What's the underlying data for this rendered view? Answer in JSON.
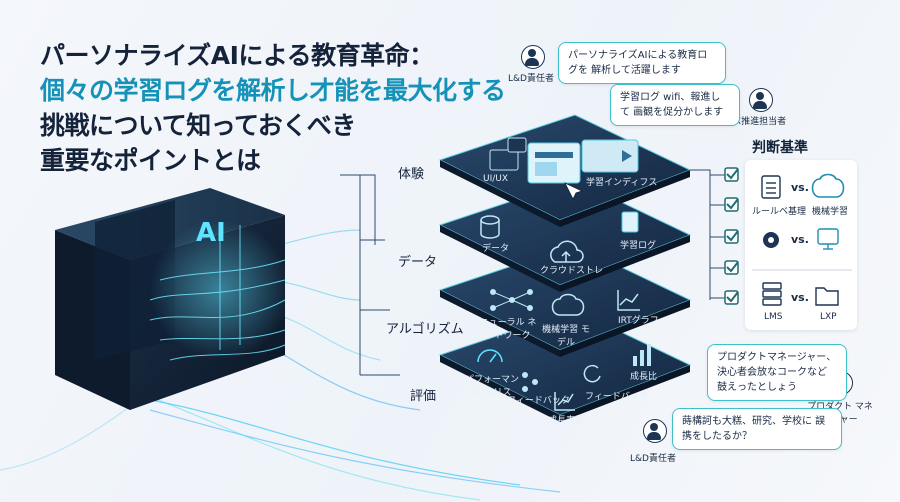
{
  "title": {
    "line1": "パーソナライズAIによる教育革命：",
    "line2": "個々の学習ログを解析し才能を最大化する",
    "line3": "挑戦について知っておくべき",
    "line4": "重要なポイントとは"
  },
  "cube": {
    "label": "AI"
  },
  "layers": [
    {
      "name": "体験",
      "items": [
        "UI/UX",
        "学習インディフス"
      ]
    },
    {
      "name": "データ",
      "items": [
        "データ",
        "クラウドストレ",
        "学習ログ"
      ]
    },
    {
      "name": "アルゴリズム",
      "items": [
        "ニューラル ネットワーク",
        "機械学習 モデル",
        "IRTグラフ"
      ]
    },
    {
      "name": "評価",
      "items": [
        "パフォーマンス メリス",
        "成長比",
        "フィードバック",
        "フィードバック",
        "成長表料"
      ]
    }
  ],
  "criteria": {
    "title": "判断基準",
    "vs": "vs.",
    "rows": [
      {
        "left": "ルールベ基理",
        "right": "機械学習"
      },
      {
        "left": "",
        "right": ""
      },
      {
        "left": "LMS",
        "right": "LXP"
      }
    ]
  },
  "bubbles": [
    {
      "role": "L&D責任者",
      "text": "パーソナライズAIによる教育ログを 解析して活躍します"
    },
    {
      "role": "DX推進担当者",
      "text": "学習ログ wifi、報進して 画観を促分かします"
    },
    {
      "role": "プロダクト マネージャー",
      "text": "プロダクトマネージャー、 決心者会放なコークなど 鼓えったとしょう"
    },
    {
      "role": "L&D責任者",
      "text": "蒔構訶も大糕、研究、学校に 誤携をしたるか？"
    }
  ],
  "colors": {
    "accent": "#1592b8",
    "cyan": "#3ec1c9",
    "layer": "#1d3553",
    "checkbox": "#1f6b74"
  }
}
